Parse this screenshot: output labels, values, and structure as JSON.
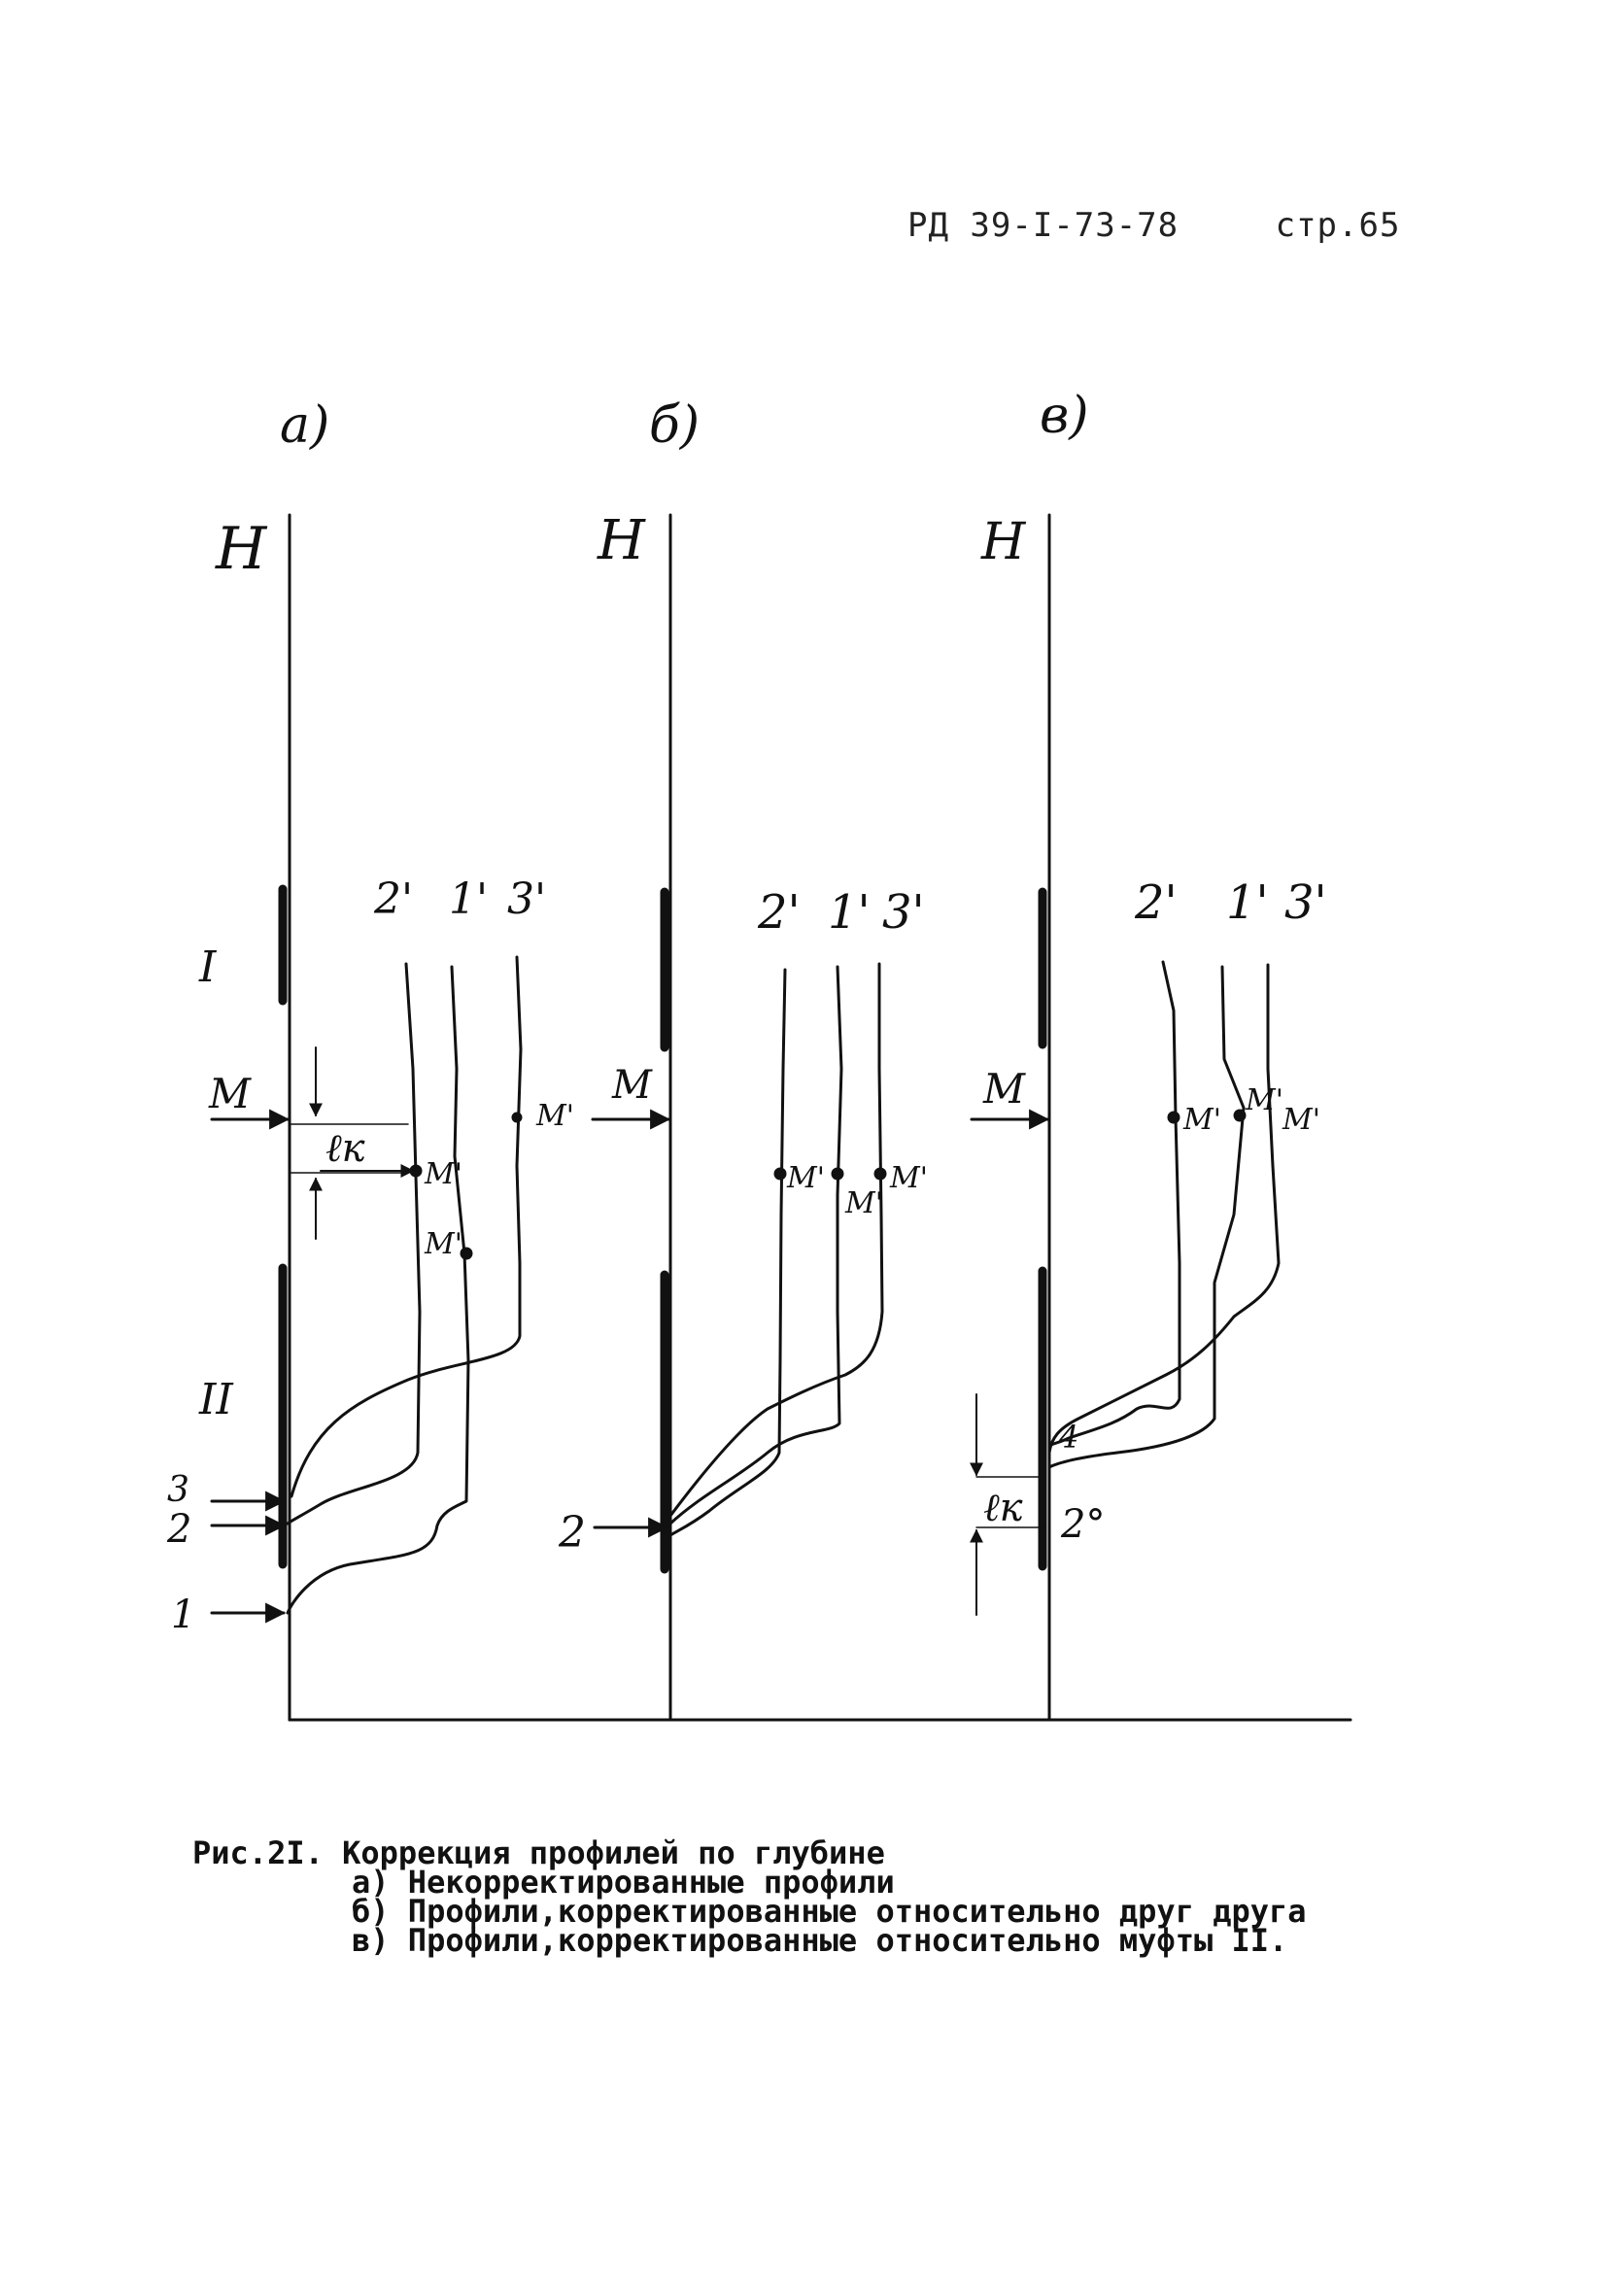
{
  "header": {
    "doc_number": "РД 39-I-73-78",
    "page": "стр.65"
  },
  "figure": {
    "panels": [
      {
        "label": "а)",
        "axis": "H",
        "curve_labels": [
          "2'",
          "1'",
          "3'"
        ],
        "sleeve_labels": [
          "I",
          "II"
        ],
        "marker": "M",
        "marker_points": [
          "M'",
          "M'",
          "M'"
        ],
        "distance_label": "ℓк",
        "bottom_labels": [
          "3",
          "2",
          "1"
        ]
      },
      {
        "label": "б)",
        "axis": "H",
        "curve_labels": [
          "2'",
          "1'",
          "3'"
        ],
        "marker": "M",
        "marker_points": [
          "M'",
          "M'",
          "M'"
        ],
        "bottom_labels": [
          "2"
        ]
      },
      {
        "label": "в)",
        "axis": "H",
        "curve_labels": [
          "2'",
          "1'",
          "3'"
        ],
        "marker": "M",
        "marker_points": [
          "M'",
          "M'",
          "M'"
        ],
        "distance_label": "ℓк",
        "bottom_labels": [
          "4",
          "2°"
        ]
      }
    ]
  },
  "caption": {
    "title": "Рис.2I. Коррекция профилей по глубине",
    "items": [
      "а) Некорректированные профили",
      "б) Профили,корректированные относительно друг друга",
      "в) Профили,корректированные относительно муфты II."
    ]
  }
}
